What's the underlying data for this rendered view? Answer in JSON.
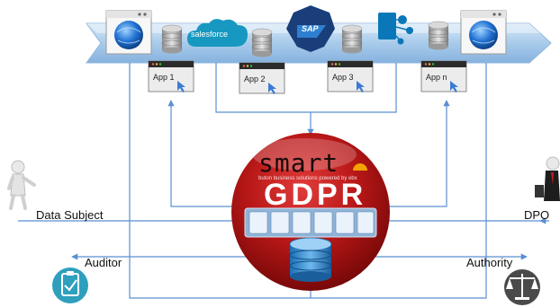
{
  "diagram": {
    "systems": [
      "salesforce",
      "SAP"
    ],
    "apps": [
      "App 1",
      "App 2",
      "App 3",
      "App n"
    ],
    "center": {
      "brand": "smart",
      "tagline": "buton business solutions powered by ebx",
      "title": "GDPR"
    },
    "roles": {
      "data_subject": "Data Subject",
      "dpo": "DPO",
      "auditor": "Auditor",
      "authority": "Authority"
    },
    "colors": {
      "banner": "#a9cbeb",
      "arrows": "#5b8fd1",
      "sphere": "#b01515",
      "accent": "#f2a300",
      "badge": "#2e9fbd",
      "scale": "#4a4a4a"
    }
  }
}
